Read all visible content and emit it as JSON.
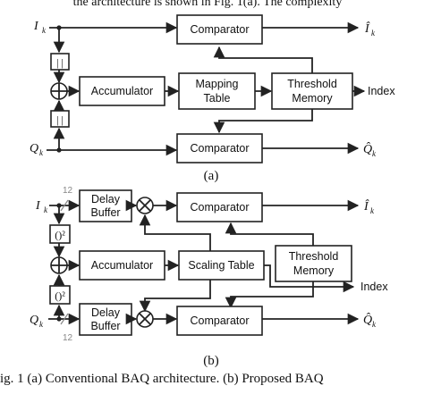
{
  "caption_top": "the architecture is shown in Fig. 1(a). The complexity",
  "fig_a": {
    "label": "(a)",
    "I": "I",
    "Q": "Q",
    "sub": "k",
    "abs_symbol": "| |",
    "comparator": "Comparator",
    "accumulator": "Accumulator",
    "mapping_table_line1": "Mapping",
    "mapping_table_line2": "Table",
    "threshold_line1": "Threshold",
    "threshold_line2": "Memory",
    "index": "Index",
    "I_out": "Î",
    "Q_out": "Q̂"
  },
  "fig_b": {
    "label": "(b)",
    "I": "I",
    "Q": "Q",
    "sub": "k",
    "bits": "12",
    "delay_line1": "Delay",
    "delay_line2": "Buffer",
    "square_symbol": "()²",
    "comparator": "Comparator",
    "accumulator": "Accumulator",
    "scaling_table": "Scaling Table",
    "threshold_line1": "Threshold",
    "threshold_line2": "Memory",
    "index": "Index",
    "I_out": "Î",
    "Q_out": "Q̂"
  },
  "caption": "ig. 1 (a) Conventional BAQ architecture. (b) Proposed BAQ"
}
